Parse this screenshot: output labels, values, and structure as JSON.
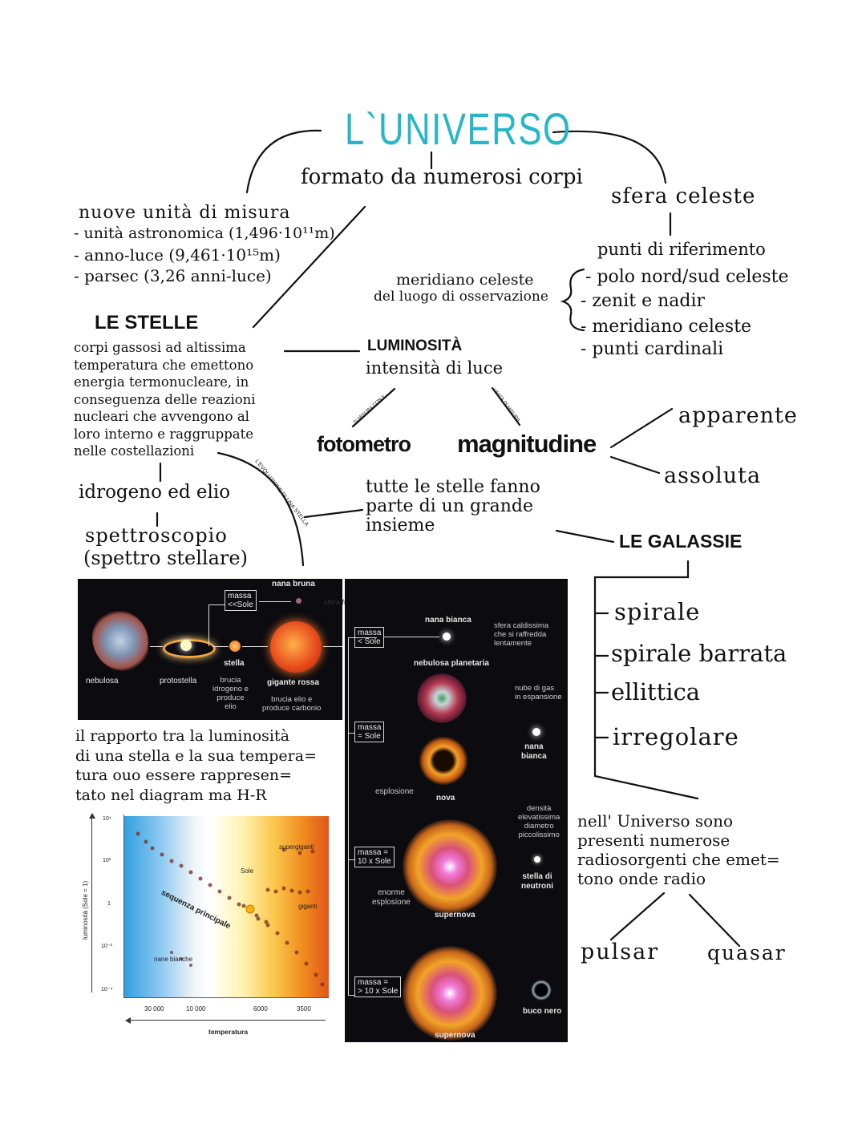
{
  "title": "L`UNIVERSO",
  "formato": "formato da numerosi corpi",
  "sfera": {
    "title": "sfera celeste",
    "riferimento": "punti di riferimento",
    "items": [
      "- polo nord/sud celeste",
      "- zenit e nadir",
      "- meridiano celeste",
      "- punti cardinali"
    ],
    "meridiano_note_1": "meridiano celeste",
    "meridiano_note_2": "del luogo di osservazione"
  },
  "unita": {
    "title": "nuove unità di misura",
    "items": [
      "- unità astronomica (1,496·10¹¹m)",
      "- anno-luce (9,461·10¹⁵m)",
      "- parsec (3,26 anni-luce)"
    ]
  },
  "stelle": {
    "title": "LE STELLE",
    "desc": [
      "corpi gassosi ad altissima",
      "temperatura che emettono",
      "energia termonucleare, in",
      "conseguenza delle reazioni",
      "nucleari che avvengono al",
      "loro interno e raggruppate",
      "nelle costellazioni"
    ],
    "idrogeno": "idrogeno ed elio",
    "spettro_1": "spettroscopio",
    "spettro_2": "(spettro stellare)",
    "evoluzione": "L'EVOLUZIONE DI UNA STELLA"
  },
  "luminosita": {
    "title": "LUMINOSITÀ",
    "sub": "intensità di luce",
    "misura": "SI MISURA CON IL",
    "unita": "UNITÀ DI MISURA",
    "fotometro": "fotometro",
    "magnitudine": "magnitudine",
    "apparente": "apparente",
    "assoluta": "assoluta"
  },
  "insieme": [
    "tutte le stelle fanno",
    "parte di un grande",
    "insieme"
  ],
  "galassie": {
    "title": "LE GALASSIE",
    "items": [
      "spirale",
      "spirale barrata",
      "ellittica",
      "irregolare"
    ]
  },
  "radio": {
    "text": [
      "nell' Universo sono",
      "presenti numerose",
      "radiosorgenti che emet=",
      "tono onde radio"
    ],
    "pulsar": "pulsar",
    "quasar": "quasar"
  },
  "hr_note": [
    "il rapporto tra la luminosità",
    "di una stella e la sua tempera=",
    "tura ouo essere rappresen=",
    "tato nel diagram ma H-R"
  ],
  "evolution_image": {
    "nebulosa": "nebulosa",
    "protostella": "protostella",
    "stella": "stella",
    "stella_desc": [
      "brucia",
      "idrogeno e",
      "produce",
      "elio"
    ],
    "gigante": "gigante rossa",
    "gigante_desc": [
      "brucia elio e",
      "produce carbonio"
    ],
    "massa_small": [
      "massa",
      "<<Sole"
    ],
    "nana_bruna": "nana bruna",
    "sfera_fredda": "sfera fredda e scura",
    "massa_lt": [
      "massa",
      "< Sole"
    ],
    "nana_bianca": "nana bianca",
    "sfera_calda": [
      "sfera caldissima",
      "che si raffredda",
      "lentamente"
    ],
    "nebulosa_planetaria": "nebulosa planetaria",
    "nube": [
      "nube di gas",
      "in espansione"
    ],
    "massa_eq": [
      "massa",
      "= Sole"
    ],
    "nana_bianca_2": [
      "nana",
      "bianca"
    ],
    "esplosione": "esplosione",
    "nova": "nova",
    "densita": [
      "densità",
      "elevatissima",
      "diametro",
      "piccolissimo"
    ],
    "massa_10": [
      "massa =",
      "10 x Sole"
    ],
    "enorme": [
      "enorme",
      "esplosione"
    ],
    "stella_neutroni": [
      "stella di",
      "neutroni"
    ],
    "supernova": "supernova",
    "massa_gt10": [
      "massa =",
      "> 10 x Sole"
    ],
    "buco_nero": "buco nero",
    "supernova_2": "supernova"
  },
  "hr_diagram": {
    "ylabel": "luminosità (Sole = 1)",
    "xlabel": "temperatura",
    "yticks": [
      "10⁴",
      "10²",
      "1",
      "10⁻²",
      "10⁻⁴"
    ],
    "xticks": [
      "30 000",
      "10 000",
      "6000",
      "3500"
    ],
    "supergiganti": "supergiganti",
    "sole": "Sole",
    "sequenza": "sequenza principale",
    "giganti": "giganti",
    "nane": "nane bianche"
  },
  "colors": {
    "title": "#25b7c8",
    "ink": "#111111",
    "panel": "#0b0b10"
  }
}
